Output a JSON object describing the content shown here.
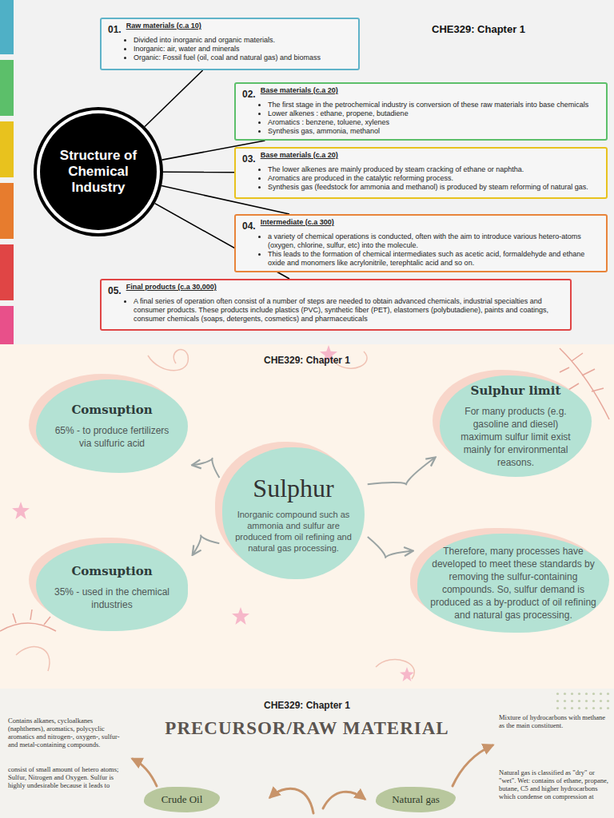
{
  "diagram": {
    "nodes": [
      {
        "text": [
          "Structure of Chemical Industry"
        ]
      },
      {
        "text": [
          "01.",
          "Raw materials (c.a 10)",
          "Divided into inorganic and organic materials.",
          "Inorganic: air, water and minerals",
          "Organic: Fossil fuel (oil, coal and natural gas) and biomass"
        ]
      },
      {
        "text": [
          "02.",
          "Base materials (c.a 20)",
          "The first stage in the petrochemical industry is conversion of these raw materials into base chemicals",
          "Lower alkenes : ethane, propene, butadiene",
          "Aromatics : benzene, toluene, xylenes",
          "Synthesis gas, ammonia, methanol"
        ]
      },
      {
        "text": [
          "03.",
          "Base materials (c.a 20)",
          "The lower alkenes are mainly produced by steam cracking of ethane or naphtha.",
          "Aromatics are produced in the catalytic reforming process.",
          "Synthesis gas (feedstock for ammonia and methanol) is produced by steam reforming of natural gas."
        ]
      },
      {
        "text": [
          "04.",
          "Intermediate (c.a 300)",
          "a variety of chemical operations is conducted, often with the aim to introduce various hetero-atoms (oxygen, chlorine, sulfur, etc) into the molecule.",
          "This leads to the formation of chemical intermediates such as acetic acid, formaldehyde and ethane oxide and monomers like acrylonitrile, terephtalic acid and so on."
        ]
      },
      {
        "text": [
          "05.",
          "Final products (c.a 30,000)",
          "A final series of operation often consist of a number of steps are needed to obtain advanced chemicals, industrial specialties and consumer products. These products include plastics (PVC), synthetic fiber (PET), elastomers (polybutadiene), paints and coatings, consumer chemicals (soaps, detergents, cosmetics) and pharmaceuticals"
        ]
      },
      {
        "text": [
          "Comsuption",
          "65% - to produce fertilizers via sulfuric acid"
        ]
      },
      {
        "text": [
          "Sulphur limit",
          "For many products (e.g. gasoline and diesel) maximum sulfur limit exist mainly for environmental reasons."
        ]
      },
      {
        "text": [
          "Sulphur",
          "Inorganic compound such as ammonia and sulfur are produced from oil refining and natural gas processing."
        ]
      },
      {
        "text": [
          "Comsuption",
          "35% - used in the chemical industries"
        ]
      },
      {
        "text": [
          "Therefore, many processes have developed to meet these standards by removing the sulfur-containing compounds. So, sulfur demand is produced as a by-product of oil refining and natural gas processing."
        ]
      },
      {
        "text": [
          "Crude Oil"
        ]
      },
      {
        "text": [
          "Natural gas"
        ]
      }
    ],
    "edges": [
      {
        "from": 0,
        "to": 1,
        "arrow": "none"
      },
      {
        "from": 0,
        "to": 2,
        "arrow": "none"
      },
      {
        "from": 0,
        "to": 3,
        "arrow": "none"
      },
      {
        "from": 0,
        "to": 4,
        "arrow": "none"
      },
      {
        "from": 0,
        "to": 5,
        "arrow": "none"
      },
      {
        "from": 8,
        "to": 6,
        "arrow": "to"
      },
      {
        "from": 8,
        "to": 7,
        "arrow": "to"
      },
      {
        "from": 8,
        "to": 9,
        "arrow": "to"
      },
      {
        "from": 8,
        "to": 10,
        "arrow": "to"
      }
    ],
    "labels": [
      "CHE329: Chapter 1",
      "CHE329: Chapter 1",
      "CHE329: Chapter 1",
      "PRECURSOR/RAW MATERIAL",
      "Contains alkanes, cycloalkanes (naphthenes), aromatics, polycyclic aromatics and nitrogen-, oxygen-, sulfur- and metal-containing compounds.",
      "consist of small amount of hetero atoms; Sulfur, Nitrogen and Oxygen. Sulfur is highly undesirable because it leads to",
      "Mixture of hydrocarbons with methane as the main constituent.",
      "Natural gas is classified as \"dry\" or \"wet\". Wet: contains of ethane, propane, butane, C5 and higher hydrocarbons which condense on compression at"
    ]
  }
}
